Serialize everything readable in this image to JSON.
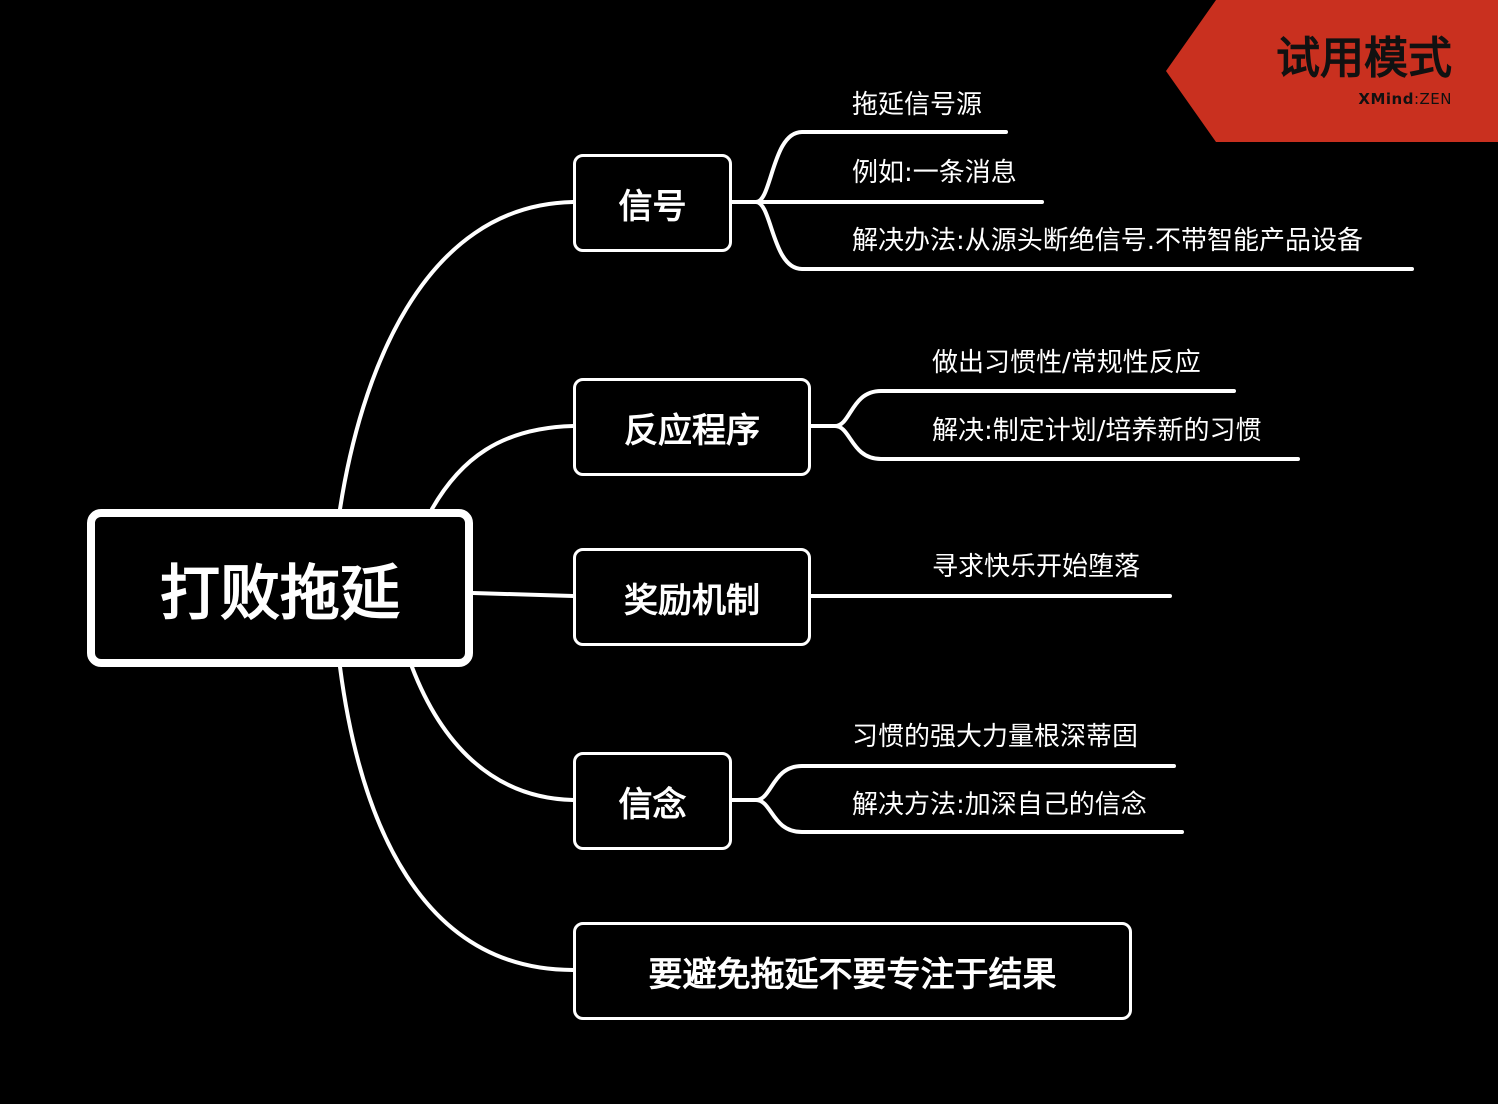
{
  "badge": {
    "title": "试用模式",
    "brand_bold": "XMind",
    "brand_sep": ":",
    "brand_rest": "ZEN",
    "color": "#c9301f"
  },
  "central": {
    "label": "打败拖延"
  },
  "branches": [
    {
      "label": "信号",
      "leaves": [
        "拖延信号源",
        "例如:一条消息",
        "解决办法:从源头断绝信号.不带智能产品设备"
      ]
    },
    {
      "label": "反应程序",
      "leaves": [
        "做出习惯性/常规性反应",
        "解决:制定计划/培养新的习惯"
      ]
    },
    {
      "label": "奖励机制",
      "leaves": [
        "寻求快乐开始堕落"
      ]
    },
    {
      "label": "信念",
      "leaves": [
        "习惯的强大力量根深蒂固",
        "解决方法:加深自己的信念"
      ]
    },
    {
      "label": "要避免拖延不要专注于结果",
      "leaves": []
    }
  ],
  "colors": {
    "background": "#000000",
    "line": "#ffffff"
  }
}
